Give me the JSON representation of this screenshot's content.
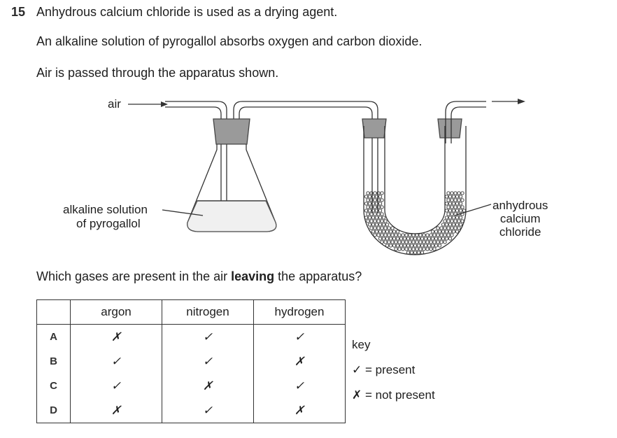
{
  "question": {
    "number": "15",
    "line1": "Anhydrous calcium chloride is used as a drying agent.",
    "line2": "An alkaline solution of pyrogallol absorbs oxygen and carbon dioxide.",
    "line3": "Air is passed through the apparatus shown.",
    "prompt_pre": "Which gases are present in the air ",
    "prompt_bold": "leaving",
    "prompt_post": " the apparatus?"
  },
  "diagram": {
    "air_label": "air",
    "flask_label_line1": "alkaline solution",
    "flask_label_line2": "of pyrogallol",
    "utube_label_line1": "anhydrous",
    "utube_label_line2": "calcium",
    "utube_label_line3": "chloride"
  },
  "table": {
    "headers": [
      "",
      "argon",
      "nitrogen",
      "hydrogen"
    ],
    "rows": [
      {
        "label": "A",
        "cells": [
          "✗",
          "✓",
          "✓"
        ]
      },
      {
        "label": "B",
        "cells": [
          "✓",
          "✓",
          "✗"
        ]
      },
      {
        "label": "C",
        "cells": [
          "✓",
          "✗",
          "✓"
        ]
      },
      {
        "label": "D",
        "cells": [
          "✗",
          "✓",
          "✗"
        ]
      }
    ]
  },
  "key": {
    "title": "key",
    "present": "✓ = present",
    "not_present": "✗ = not present"
  }
}
